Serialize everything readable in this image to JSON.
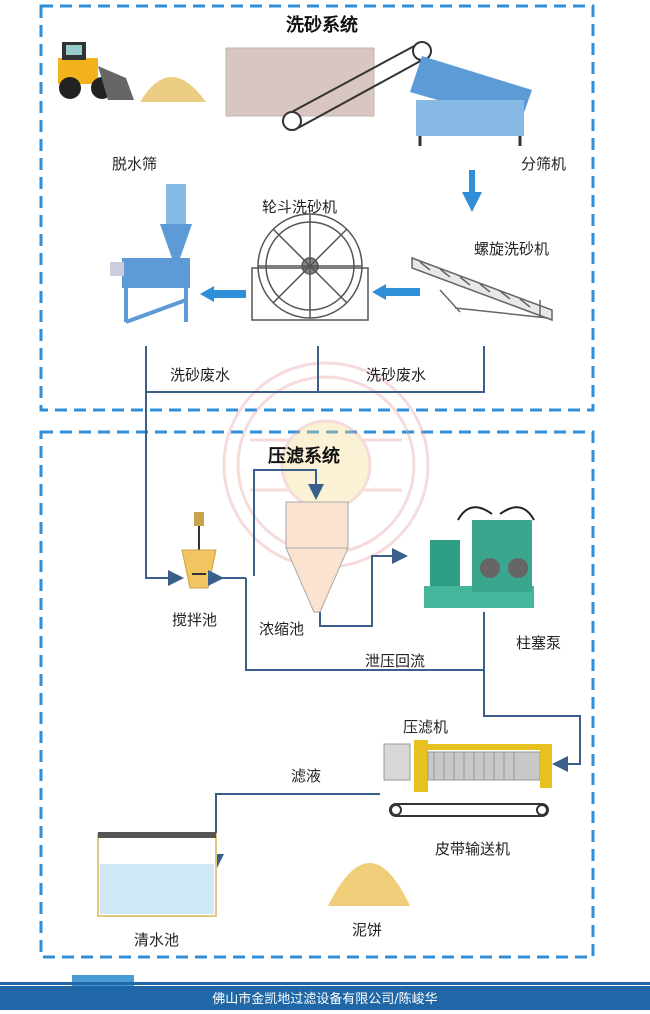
{
  "sections": {
    "sand_washing": {
      "title": "洗砂系统"
    },
    "filter_press": {
      "title": "压滤系统"
    }
  },
  "labels": {
    "dewatering_screen": "脱水筛",
    "classifier": "分筛机",
    "bucket_washer": "轮斗洗砂机",
    "spiral_washer": "螺旋洗砂机",
    "waste_water_1": "洗砂废水",
    "waste_water_2": "洗砂废水",
    "mixing_tank": "搅拌池",
    "thickener": "浓缩池",
    "plunger_pump": "柱塞泵",
    "pressure_return": "泄压回流",
    "filter_press": "压滤机",
    "filtrate": "滤液",
    "belt_conveyor": "皮带输送机",
    "clear_water_tank": "清水池",
    "mud_cake": "泥饼"
  },
  "footer": {
    "text": "佛山市金凯地过滤设备有限公司/陈峻华"
  },
  "colors": {
    "dash_border": "#2f8fd8",
    "flow_line": "#3a5f8a",
    "arrow": "#2f8fd8",
    "footer": "#1f67a6",
    "watermark": "#e89a9a"
  }
}
